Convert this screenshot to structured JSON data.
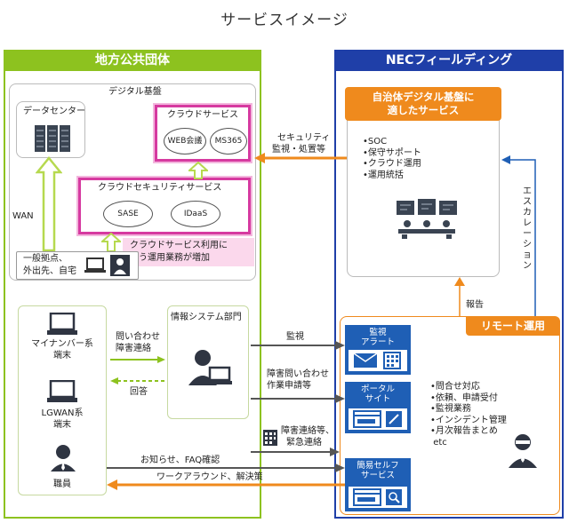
{
  "title": "サービスイメージ",
  "left": {
    "header": "地方公共団体",
    "digital_platform": "デジタル基盤",
    "datacenter": "データセンター",
    "cloud_service": {
      "title": "クラウドサービス",
      "items": [
        "WEB会議",
        "MS365"
      ]
    },
    "cloud_security": {
      "title": "クラウドセキュリティサービス",
      "items": [
        "SASE",
        "IDaaS"
      ]
    },
    "wan": "WAN",
    "sites": [
      "一般拠点、",
      "外出先、自宅"
    ],
    "increase_note": [
      "クラウドサービス利用に",
      "伴う運用業務が増加"
    ],
    "users": [
      "マイナンバー系",
      "端末",
      "LGWAN系",
      "端末",
      "職員"
    ],
    "inquiry": [
      "問い合わせ",
      "障害連絡"
    ],
    "answer": "回答",
    "info_dept": "情報システム部門"
  },
  "right": {
    "header": "NECフィールディング",
    "service_title": [
      "自治体デジタル基盤に",
      "適したサービス"
    ],
    "service_items": [
      "•SOC",
      "•保守サポート",
      "•クラウド運用",
      "•運用統括"
    ],
    "escalation": "エスカレーション",
    "report": "報告",
    "remote": "リモート運用",
    "svc_boxes": [
      [
        "監視",
        "アラート"
      ],
      [
        "ポータル",
        "サイト"
      ],
      [
        "簡易セルフ",
        "サービス"
      ]
    ],
    "remote_items": [
      "問合せ対応",
      "依頼、申請受付",
      "監視業務",
      "インシデント管理",
      "月次報告まとめ",
      "etc"
    ]
  },
  "flows": {
    "security": [
      "セキュリティ",
      "監視・処置等"
    ],
    "monitor": "監視",
    "fault_req": [
      "障害問い合わせ",
      "作業申請等"
    ],
    "fault_contact": [
      "障害連絡等、",
      "緊急連絡"
    ],
    "notice": "お知らせ、FAQ確認",
    "workaround": "ワークアラウンド、解決策"
  },
  "colors": {
    "green": "#8dc21f",
    "green_light": "#c9e47d",
    "blue": "#1f3fa8",
    "orange": "#ef8a1d",
    "pink": "#d63aa0",
    "navy": "#1f5fb5"
  }
}
